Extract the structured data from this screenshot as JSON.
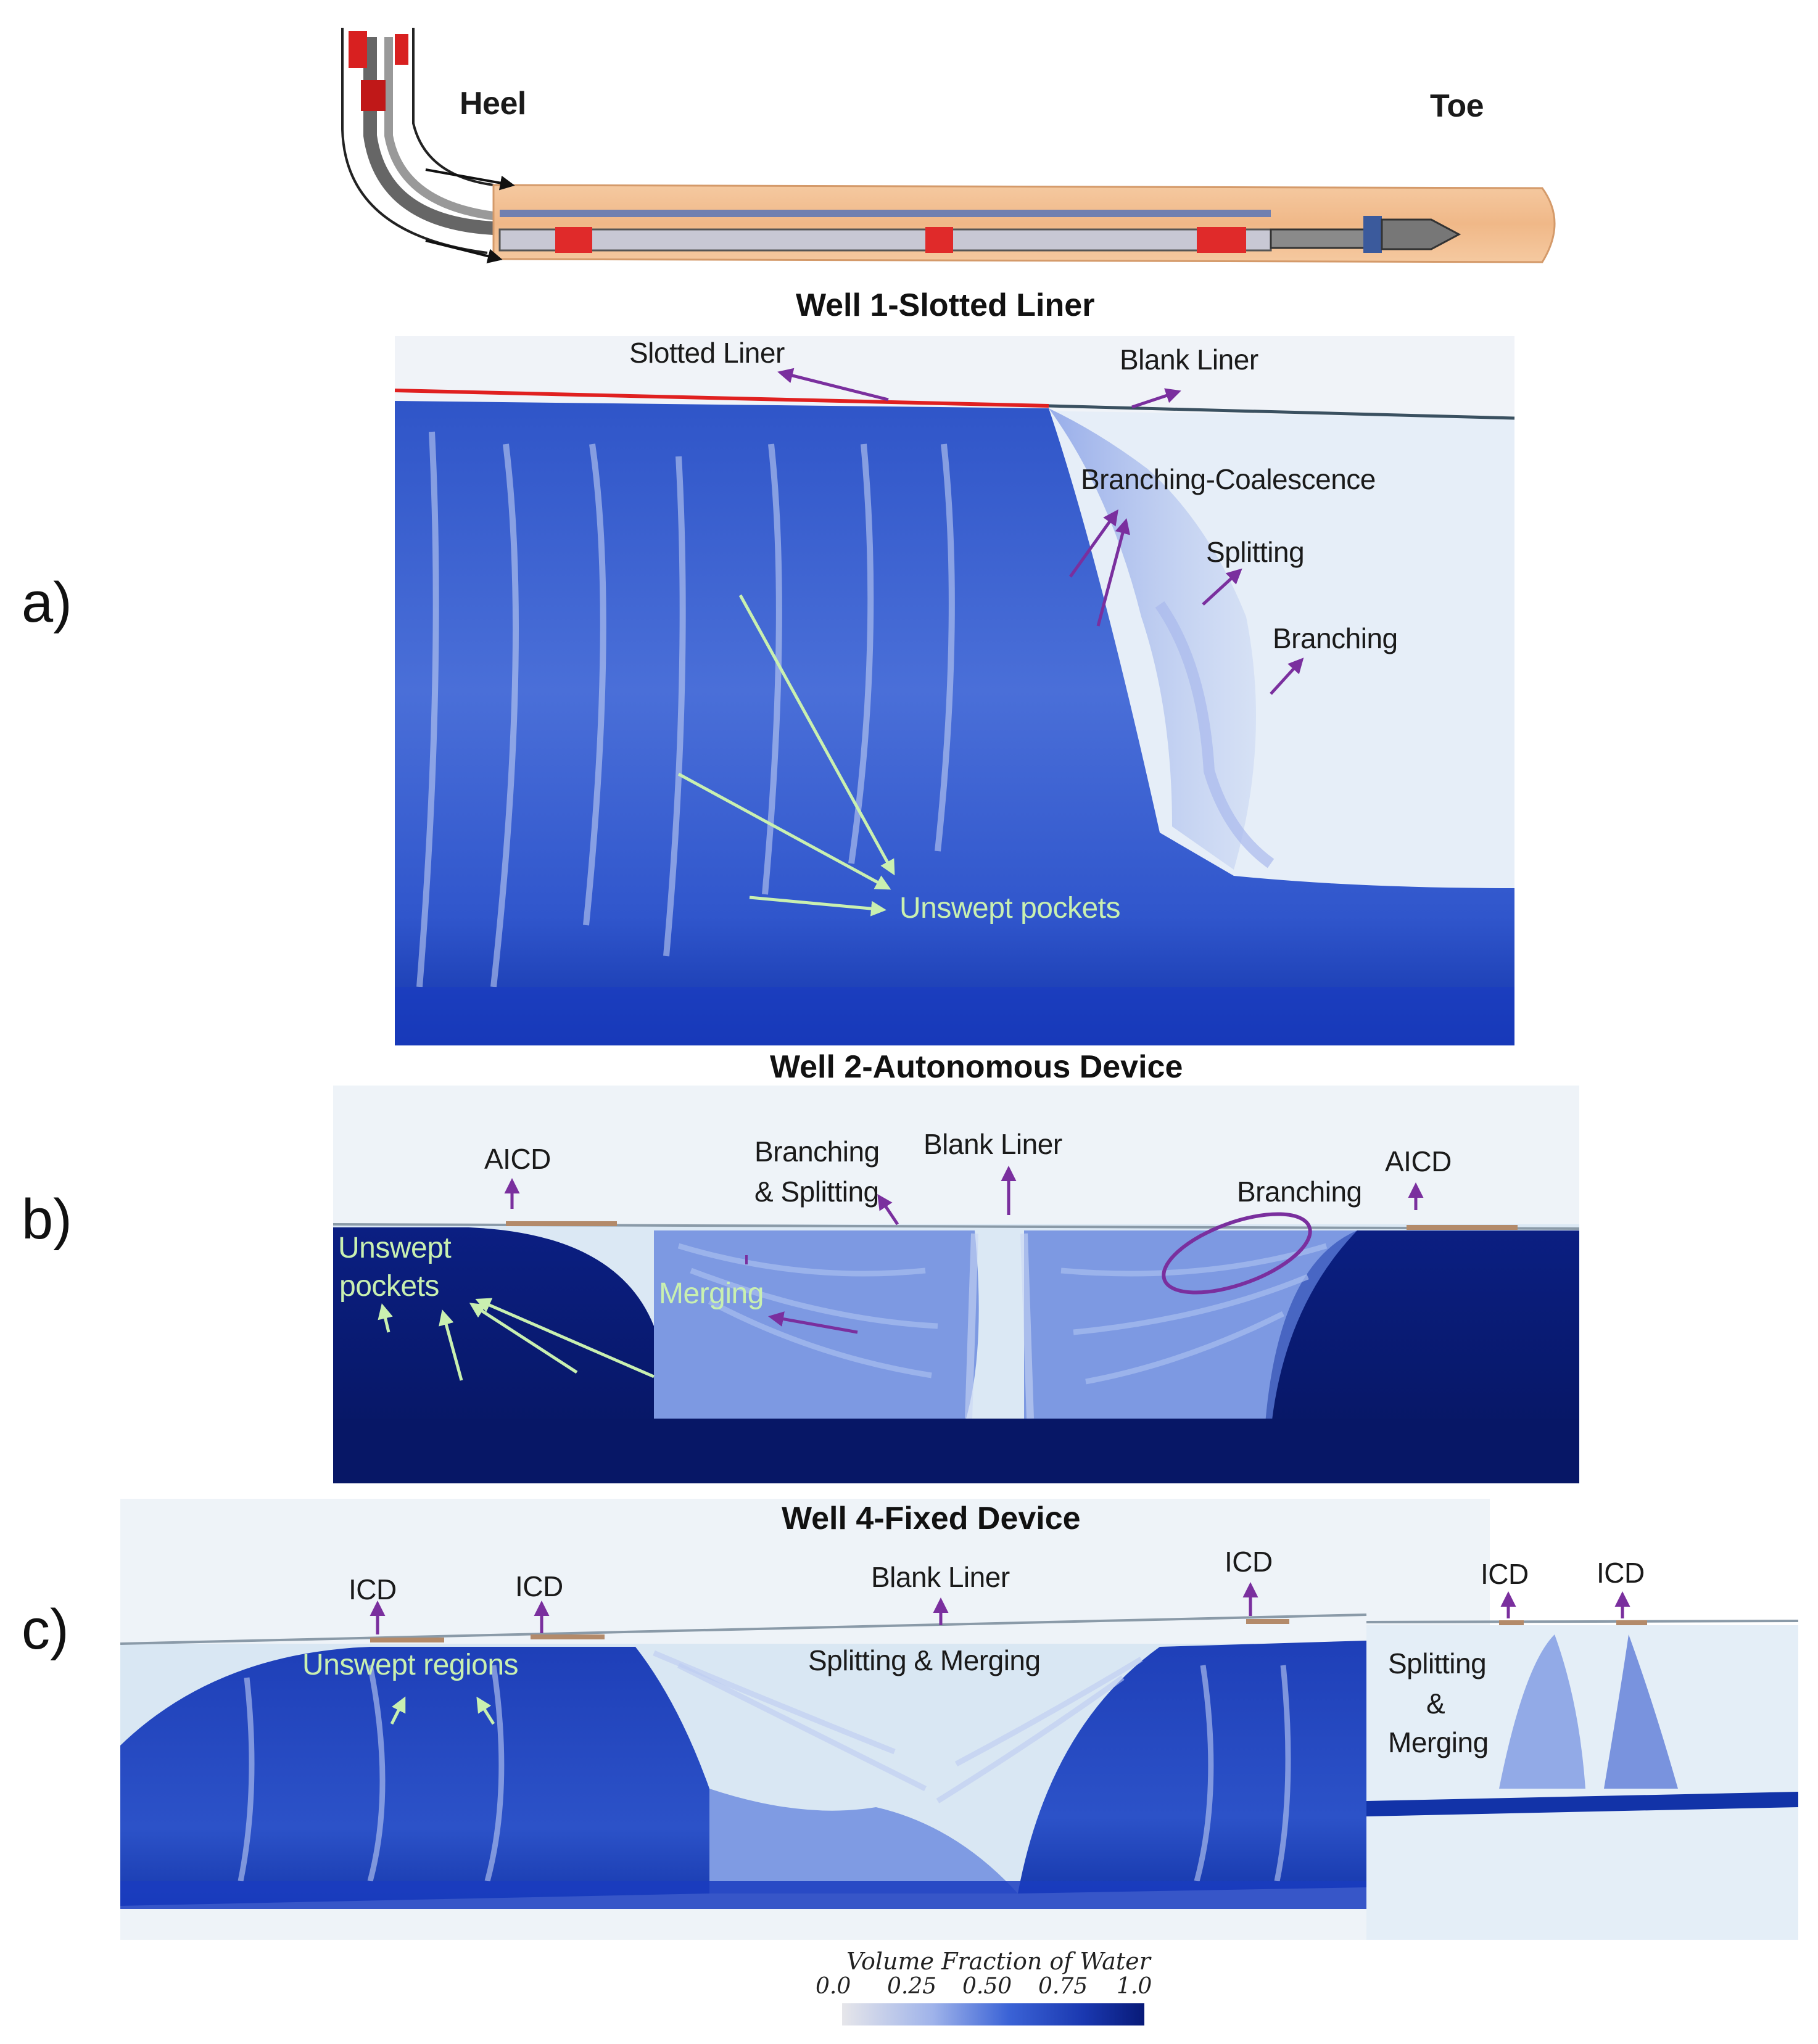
{
  "schematic": {
    "heel": "Heel",
    "toe": "Toe"
  },
  "panels": [
    {
      "letter": "a)",
      "title": "Well 1-Slotted Liner",
      "labels": {
        "slotted_liner": "Slotted Liner",
        "blank_liner": "Blank Liner",
        "branching_coalescence": "Branching-Coalescence",
        "splitting": "Splitting",
        "branching": "Branching",
        "unswept_pockets": "Unswept pockets"
      }
    },
    {
      "letter": "b)",
      "title": "Well 2-Autonomous Device",
      "labels": {
        "aicd_left": "AICD",
        "branching_splitting_1": "Branching",
        "branching_splitting_2": "& Splitting",
        "blank_liner": "Blank Liner",
        "branching": "Branching",
        "aicd_right": "AICD",
        "unswept_1": "Unswept",
        "unswept_2": "pockets",
        "merging": "Merging"
      }
    },
    {
      "letter": "c)",
      "title": "Well 4-Fixed Device",
      "labels": {
        "icd_1": "ICD",
        "icd_2": "ICD",
        "blank_liner": "Blank Liner",
        "icd_3": "ICD",
        "icd_4": "ICD",
        "icd_5": "ICD",
        "unswept_regions": "Unswept regions",
        "splitting_merging": "Splitting & Merging",
        "splitting_right_1": "Splitting",
        "splitting_right_2": "&",
        "splitting_right_3": "Merging"
      }
    }
  ],
  "legend": {
    "title": "Volume Fraction of Water",
    "ticks": [
      "0.0",
      "0.25",
      "0.50",
      "0.75",
      "1.0"
    ]
  },
  "colors": {
    "arrow_purple": "#7a2f9e",
    "arrow_green": "#c9f0b0",
    "deep_blue": "#0a1f7a",
    "liner_red": "#e02020"
  }
}
